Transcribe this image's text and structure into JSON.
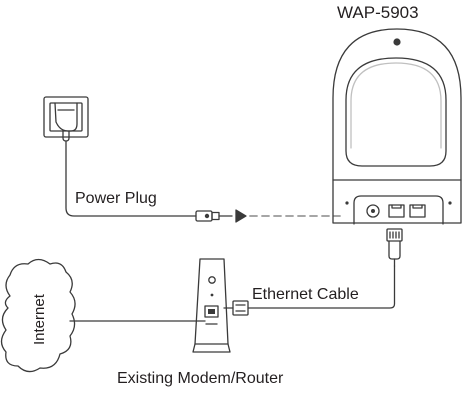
{
  "diagram": {
    "device_name": "WAP-5903",
    "labels": {
      "power_plug": "Power Plug",
      "ethernet_cable": "Ethernet Cable",
      "modem_router": "Existing Modem/Router",
      "internet": "Internet"
    },
    "connections": [
      {
        "from": "power-plug",
        "to": "WAP-5903",
        "style": "dashed"
      },
      {
        "from": "WAP-5903",
        "to": "existing-modem-router",
        "via": "Ethernet Cable",
        "style": "solid"
      },
      {
        "from": "internet-cloud",
        "to": "existing-modem-router",
        "style": "solid"
      }
    ]
  },
  "colors": {
    "line": "#3a3a3a",
    "dashed_line": "#9a9a9a",
    "text": "#231f20",
    "background": "#ffffff"
  }
}
